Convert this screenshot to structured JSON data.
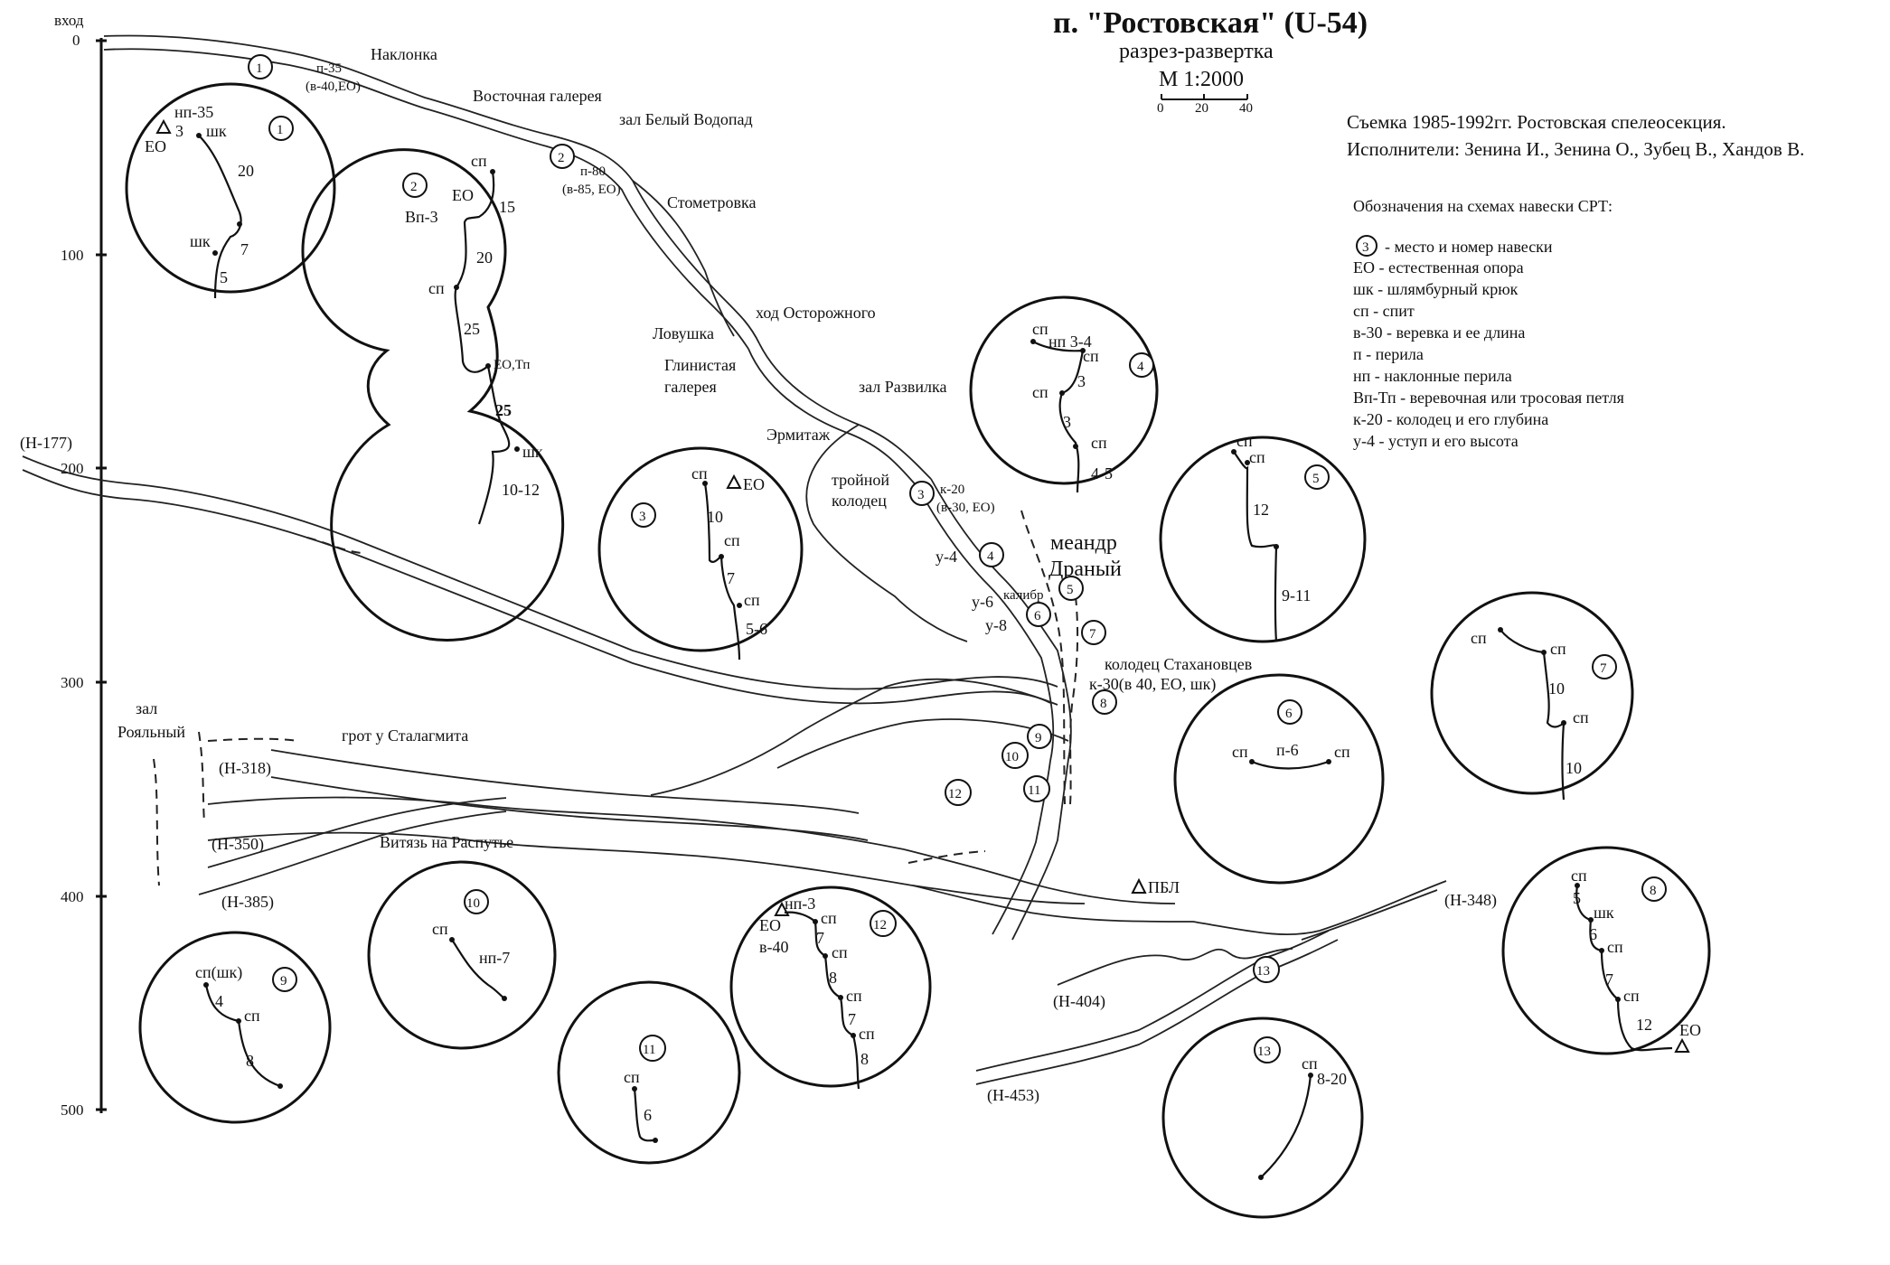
{
  "header": {
    "title": "п. \"Ростовская\" (U-54)",
    "subtitle": "разрез-развертка",
    "scale": "М 1:2000",
    "scale_ticks": [
      "0",
      "20",
      "40"
    ]
  },
  "credits": {
    "survey": "Съемка 1985-1992гг. Ростовская спелеосекция.",
    "authors": "Исполнители: Зенина И., Зенина О., Зубец В., Хандов В."
  },
  "legend": {
    "title": "Обозначения на схемах навески СРТ:",
    "badge_num": "3",
    "items": [
      "- место и номер навески",
      "ЕО - естественная опора",
      "шк - шлямбурный крюк",
      "сп - спит",
      "в-30 - веревка и ее длина",
      "п - перила",
      "нп - наклонные перила",
      "Вп-Тп - веревочная или тросовая петля",
      "к-20 - колодец и его глубина",
      "у-4 - уступ и его высота"
    ]
  },
  "depth_axis": {
    "entrance": "вход",
    "ticks": [
      "0",
      "100",
      "200",
      "300",
      "400",
      "500"
    ]
  },
  "places": {
    "naklonka": "Наклонка",
    "vost_gal": "Восточная галерея",
    "bely_vodopad": "зал Белый Водопад",
    "stometrovka": "Стометровка",
    "hod_ost": "ход Осторожного",
    "lovushka": "Ловушка",
    "glin_gal_1": "Глинистая",
    "glin_gal_2": "галерея",
    "razvilka": "зал Развилка",
    "ermitazh": "Эрмитаж",
    "troynoy_1": "тройной",
    "troynoy_2": "колодец",
    "meandr_1": "меандр",
    "meandr_2": "Драный",
    "kalibr": "калибр",
    "stahanov": "колодец Стахановцев",
    "grot_stal": "грот у Сталагмита",
    "zal_1": "зал",
    "zal_2": "Рояльный",
    "vityaz": "Витязь на Распутье",
    "pbl": "ПБЛ",
    "h177": "(Н-177)",
    "h318": "(Н-318)",
    "h350": "(Н-350)",
    "h385": "(Н-385)",
    "h348": "(Н-348)",
    "h404": "(Н-404)",
    "h453": "(Н-453)"
  },
  "profile_notes": {
    "p1a": "п-35",
    "p1b": "(в-40,ЕО)",
    "p2a": "п-80",
    "p2b": "(в-85, ЕО)",
    "p3a": "к-20",
    "p3b": "(в-30, ЕО)",
    "u4": "у-4",
    "u6": "у-6",
    "u8": "у-8",
    "k30": "к-30(в 40, ЕО, шк)"
  },
  "markers": [
    "1",
    "2",
    "3",
    "4",
    "5",
    "6",
    "7",
    "8",
    "9",
    "10",
    "11",
    "12",
    "13"
  ],
  "insets": {
    "c1": [
      "1",
      "нп-35",
      "3",
      "шк",
      "ЕО",
      "20",
      "шк",
      "7",
      "5"
    ],
    "c2": [
      "2",
      "сп",
      "ЕО",
      "Вп-3",
      "15",
      "20",
      "сп",
      "25",
      "ЕО,Тп",
      "25",
      "шк",
      "10-12"
    ],
    "c3": [
      "3",
      "сп",
      "ЕО",
      "10",
      "сп",
      "7",
      "сп",
      "5-6"
    ],
    "c4": [
      "4",
      "сп",
      "нп 3-4",
      "сп",
      "3",
      "сп",
      "3",
      "сп",
      "4-5"
    ],
    "c5": [
      "5",
      "сп",
      "сп",
      "12",
      "9-11"
    ],
    "c6": [
      "6",
      "сп",
      "п-6",
      "сп"
    ],
    "c7": [
      "7",
      "сп",
      "сп",
      "10",
      "сп",
      "10"
    ],
    "c8": [
      "8",
      "сп",
      "5",
      "шк",
      "6",
      "сп",
      "7",
      "сп",
      "12",
      "ЕО"
    ],
    "c9": [
      "9",
      "сп(шк)",
      "4",
      "сп",
      "8"
    ],
    "c10": [
      "10",
      "сп",
      "нп-7"
    ],
    "c11": [
      "11",
      "сп",
      "6"
    ],
    "c12": [
      "12",
      "нп-3",
      "ЕО",
      "сп",
      "в-40",
      "7",
      "сп",
      "8",
      "сп",
      "7",
      "сп",
      "8"
    ],
    "c13": [
      "13",
      "сп",
      "8-20"
    ]
  }
}
